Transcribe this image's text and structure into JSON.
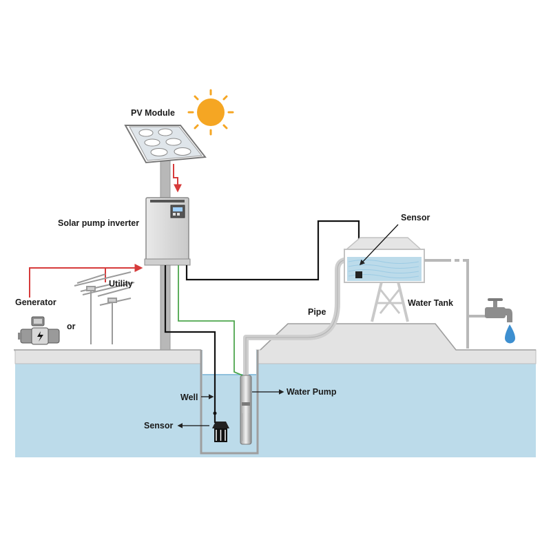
{
  "labels": {
    "pv_module": "PV Module",
    "inverter": "Solar pump inverter",
    "utility": "Utility",
    "generator": "Generator",
    "or": "or",
    "sensor_tank": "Sensor",
    "pipe": "Pipe",
    "water_tank": "Water Tank",
    "well": "Well",
    "water_pump": "Water Pump",
    "sensor_well": "Sensor"
  },
  "colors": {
    "water": "#bcdbea",
    "water_dark": "#8fc0dc",
    "ground": "#e3e3e3",
    "power_line": "#d63a3a",
    "signal_line": "#111111",
    "ground_line": "#4da64d",
    "pipe": "#c8c8c8",
    "sun": "#f5a623"
  },
  "icons": [
    "sun-icon",
    "solar-panel-icon",
    "inverter-icon",
    "utility-pole-icon",
    "generator-icon",
    "water-tank-icon",
    "faucet-icon",
    "water-drop-icon",
    "submersible-pump-icon",
    "float-sensor-icon"
  ]
}
